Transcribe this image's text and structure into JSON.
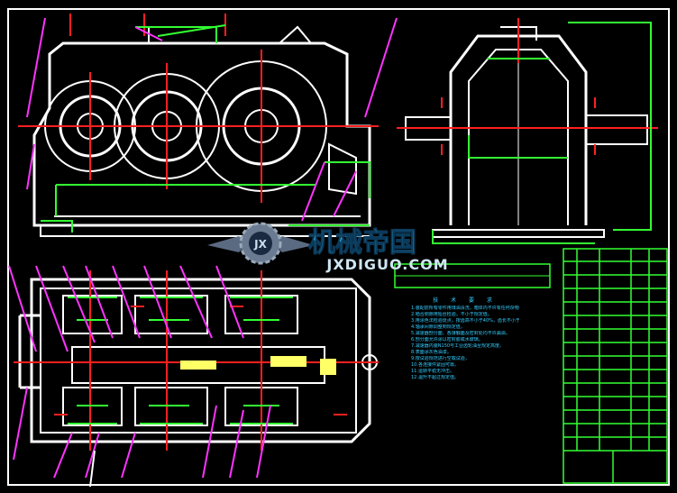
{
  "watermark": {
    "title_cn": "机械帝国",
    "title_en": "JXDIGUO.COM",
    "logo_icon": "gear-wings-logo-icon",
    "logo_letters": "JX"
  },
  "colors": {
    "background": "#000000",
    "outline": "#ffffff",
    "centerline": "#ff2020",
    "dimension": "#ff33ff",
    "hidden": "#33ff33",
    "annotation": "#33ccff",
    "highlight": "#ffff66"
  },
  "notes": {
    "title": "技 术 要 求",
    "lines": [
      "1.装配前所有零件用煤油清洗，箱体内不许有任何杂物。",
      "2.啮合侧隙用铅丝检验，不小于规定值。",
      "3.用涂色法检验斑点，按齿高不小于40%，齿长不小于50%。",
      "4.轴承间隙调整到规定值，",
      "5.减速器剖分面、各接触面及密封处均不许漏油，",
      "6.剖分面允许涂以密封胶或水玻璃。",
      "7.减速器内装N150号工业齿轮油至规定高度。",
      "8.表面涂灰色油漆。",
      "9.按试验规范进行空载试验，",
      "10.各连接件紧固可靠。",
      "11.运转平稳无冲击。",
      "12.温升不超过规定值。"
    ]
  }
}
